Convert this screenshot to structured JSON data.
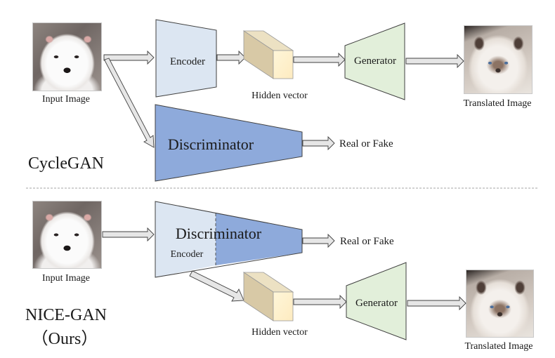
{
  "figure": {
    "sections": [
      {
        "id": "cyclegan",
        "title": "CycleGAN",
        "input_label": "Input Image",
        "encoder_label": "Encoder",
        "hidden_label": "Hidden vector",
        "generator_label": "Generator",
        "output_label": "Translated Image",
        "discriminator_label": "Discriminator",
        "verdict_label": "Real or Fake"
      },
      {
        "id": "nice-gan",
        "title": "NICE-GAN",
        "subtitle": "（Ours）",
        "input_label": "Input Image",
        "discriminator_label": "Discriminator",
        "encoder_label": "Encoder",
        "verdict_label": "Real or Fake",
        "hidden_label": "Hidden vector",
        "generator_label": "Generator",
        "output_label": "Translated Image"
      }
    ],
    "colors": {
      "encoder_fill": "#dce6f2",
      "discriminator_fill": "#8eaadb",
      "generator_fill": "#e2efda",
      "cube_front": "#fff2cc",
      "cube_side": "#d8c9a6",
      "cube_top": "#ece1c3",
      "arrow_fill": "#e6e6e6",
      "stroke": "#404040",
      "divider": "#a6a6a6"
    }
  }
}
